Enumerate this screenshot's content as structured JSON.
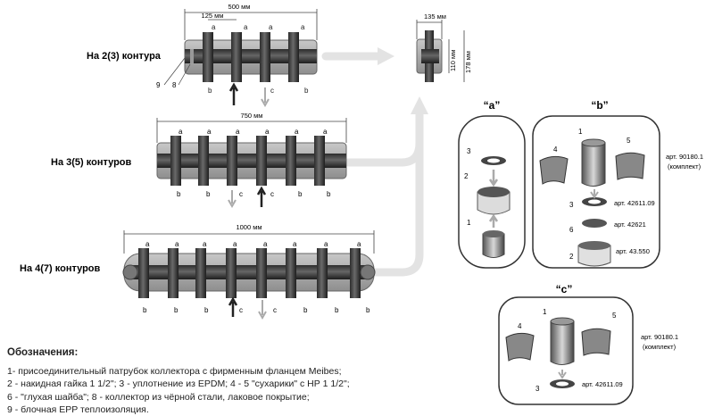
{
  "diagram": {
    "row1": {
      "label": "На 2(3) контура",
      "dim_total": "500 мм",
      "dim_pitch": "125 мм",
      "callout_left_a": "9",
      "callout_left_b": "8"
    },
    "row2": {
      "label": "На 3(5) контуров",
      "dim_total": "750 мм"
    },
    "row3": {
      "label": "На 4(7) контуров",
      "dim_total": "1000 мм"
    },
    "side_view": {
      "dim_width": "135 мм",
      "dim_inner": "110 мм",
      "dim_outer": "178 мм"
    },
    "letters": {
      "a": "a",
      "b": "b",
      "c": "c"
    },
    "detail_a": {
      "title": "“a”",
      "n3": "3",
      "n2": "2",
      "n1": "1"
    },
    "detail_b": {
      "title": "“b”",
      "n4": "4",
      "n1": "1",
      "n5": "5",
      "n3": "3",
      "n6": "6",
      "n2": "2",
      "art_kit": "арт. 90180.1",
      "art_kit_note": "(комплект)",
      "art_3": "арт. 42611.09",
      "art_6": "арт. 42621",
      "art_2": "арт. 43.550"
    },
    "detail_c": {
      "title": "“c”",
      "n4": "4",
      "n1": "1",
      "n5": "5",
      "n3": "3",
      "art_kit": "арт. 90180.1",
      "art_kit_note": "(комплект)",
      "art_3": "арт. 42611.09"
    }
  },
  "legend": {
    "title": "Обозначения:",
    "lines": [
      "1- присоединительный патрубок коллектора с фирменным фланцем Meibes;",
      "2 - накидная гайка 1 1/2\"; 3 - уплотнение из EPDM; 4 - 5 \"сухарики\" с НР 1 1/2\";",
      "6 - \"глухая шайба\"; 8 - коллектор из чёрной стали, лаковое покрытие;",
      "9 - блочная EPP теплоизоляция."
    ]
  },
  "colors": {
    "insulation": "#b3b3b3",
    "pipe": "#333333",
    "arrow_light": "#e3e3e3"
  }
}
